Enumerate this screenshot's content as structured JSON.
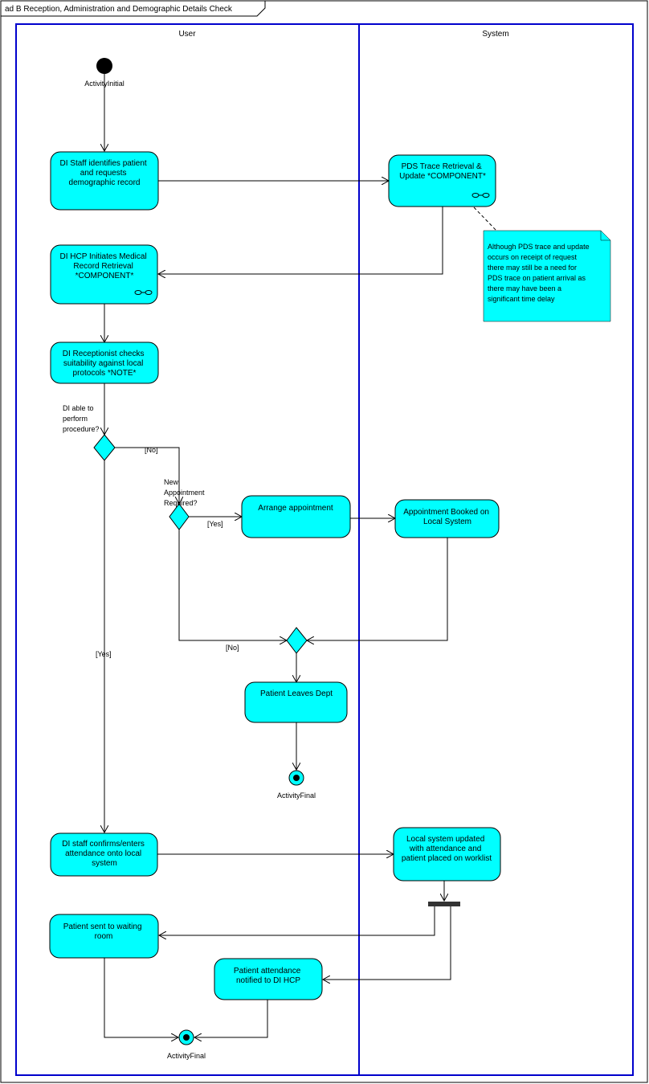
{
  "frame": {
    "title": "ad B Reception, Administration and Demographic Details Check"
  },
  "lanes": {
    "user": "User",
    "system": "System"
  },
  "colors": {
    "fill": "#00FFFF",
    "lane_border": "#0000CC",
    "line": "#000000",
    "note_fill": "#00FFFF"
  },
  "nodes": {
    "initial": "ActivityInitial",
    "final1": "ActivityFinal",
    "final2": "ActivityFinal",
    "a_identify": [
      "DI Staff identifies patient",
      "and requests",
      "demographic record"
    ],
    "a_pds": [
      "PDS Trace Retrieval &",
      "Update *COMPONENT*"
    ],
    "a_hcp": [
      "DI HCP Initiates Medical",
      "Record Retrieval",
      "*COMPONENT*"
    ],
    "a_recept": [
      "DI Receptionist checks",
      "suitability against local",
      "protocols *NOTE*"
    ],
    "a_arrange": [
      "Arrange appointment"
    ],
    "a_booked": [
      "Appointment Booked on",
      "Local System"
    ],
    "a_leaves": [
      "Patient Leaves Dept"
    ],
    "a_confirm": [
      "DI staff confirms/enters",
      "attendance onto local",
      "system"
    ],
    "a_local": [
      "Local system updated",
      "with attendance and",
      "patient placed on worklist"
    ],
    "a_waiting": [
      "Patient sent to waiting",
      "room"
    ],
    "a_notified": [
      "Patient attendance",
      "notified to DI HCP"
    ]
  },
  "note": [
    "Although PDS trace and update",
    "occurs on receipt of request",
    "there may still be a need for",
    "PDS trace on patient arrival as",
    "there may have been a",
    "significant time delay"
  ],
  "decisions": {
    "d1_question": [
      "DI able to",
      "perform",
      "procedure?"
    ],
    "d2_question": [
      "New",
      "Appointment",
      "Required?"
    ]
  },
  "guards": {
    "no1": "[No]",
    "yes1": "[Yes]",
    "yes2": "[Yes]",
    "no2": "[No]"
  }
}
